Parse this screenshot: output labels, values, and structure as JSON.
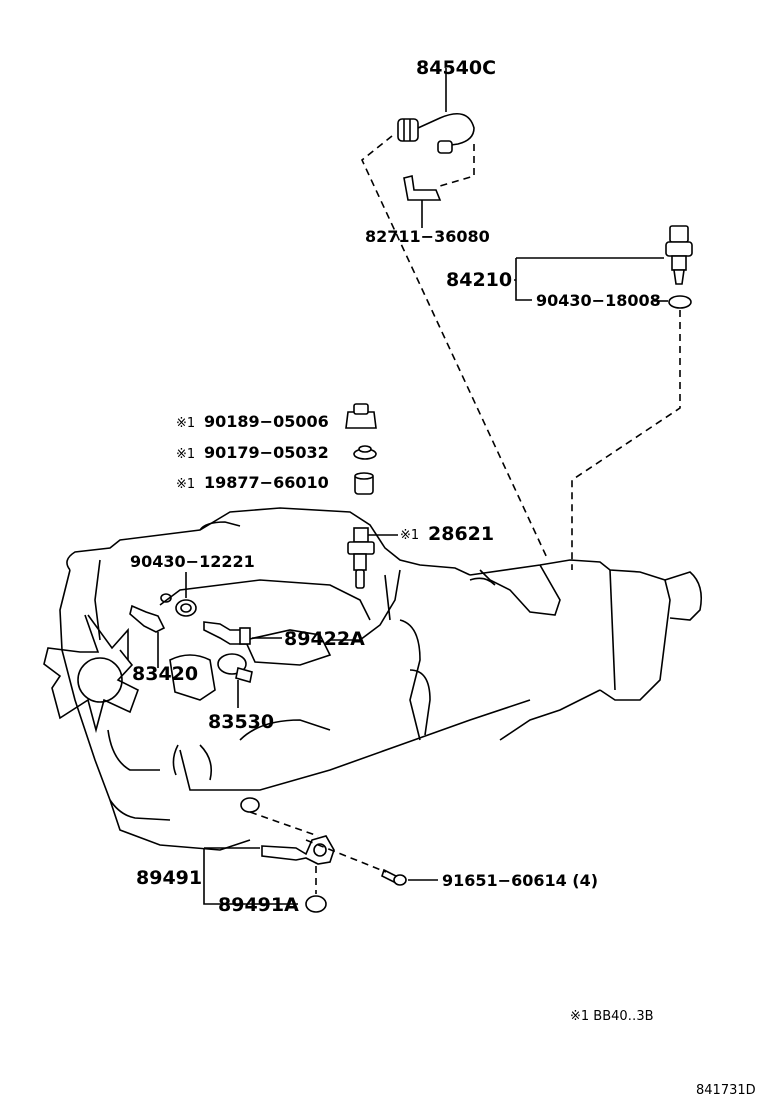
{
  "labels": {
    "p84540C": "84540C",
    "p82711": "82711−36080",
    "p84210": "84210",
    "p90430_18008": "90430−18008",
    "p90189": "90189−05006",
    "p90179": "90179−05032",
    "p19877": "19877−66010",
    "p28621": "28621",
    "p90430_12221": "90430−12221",
    "p89422A": "89422A",
    "p83420": "83420",
    "p83530": "83530",
    "p89491": "89491",
    "p89491A": "89491A",
    "p91651": "91651−60614 (4)",
    "note_mark": "※1",
    "note": "※1 BB40‥3B",
    "figure_id": "841731D"
  }
}
